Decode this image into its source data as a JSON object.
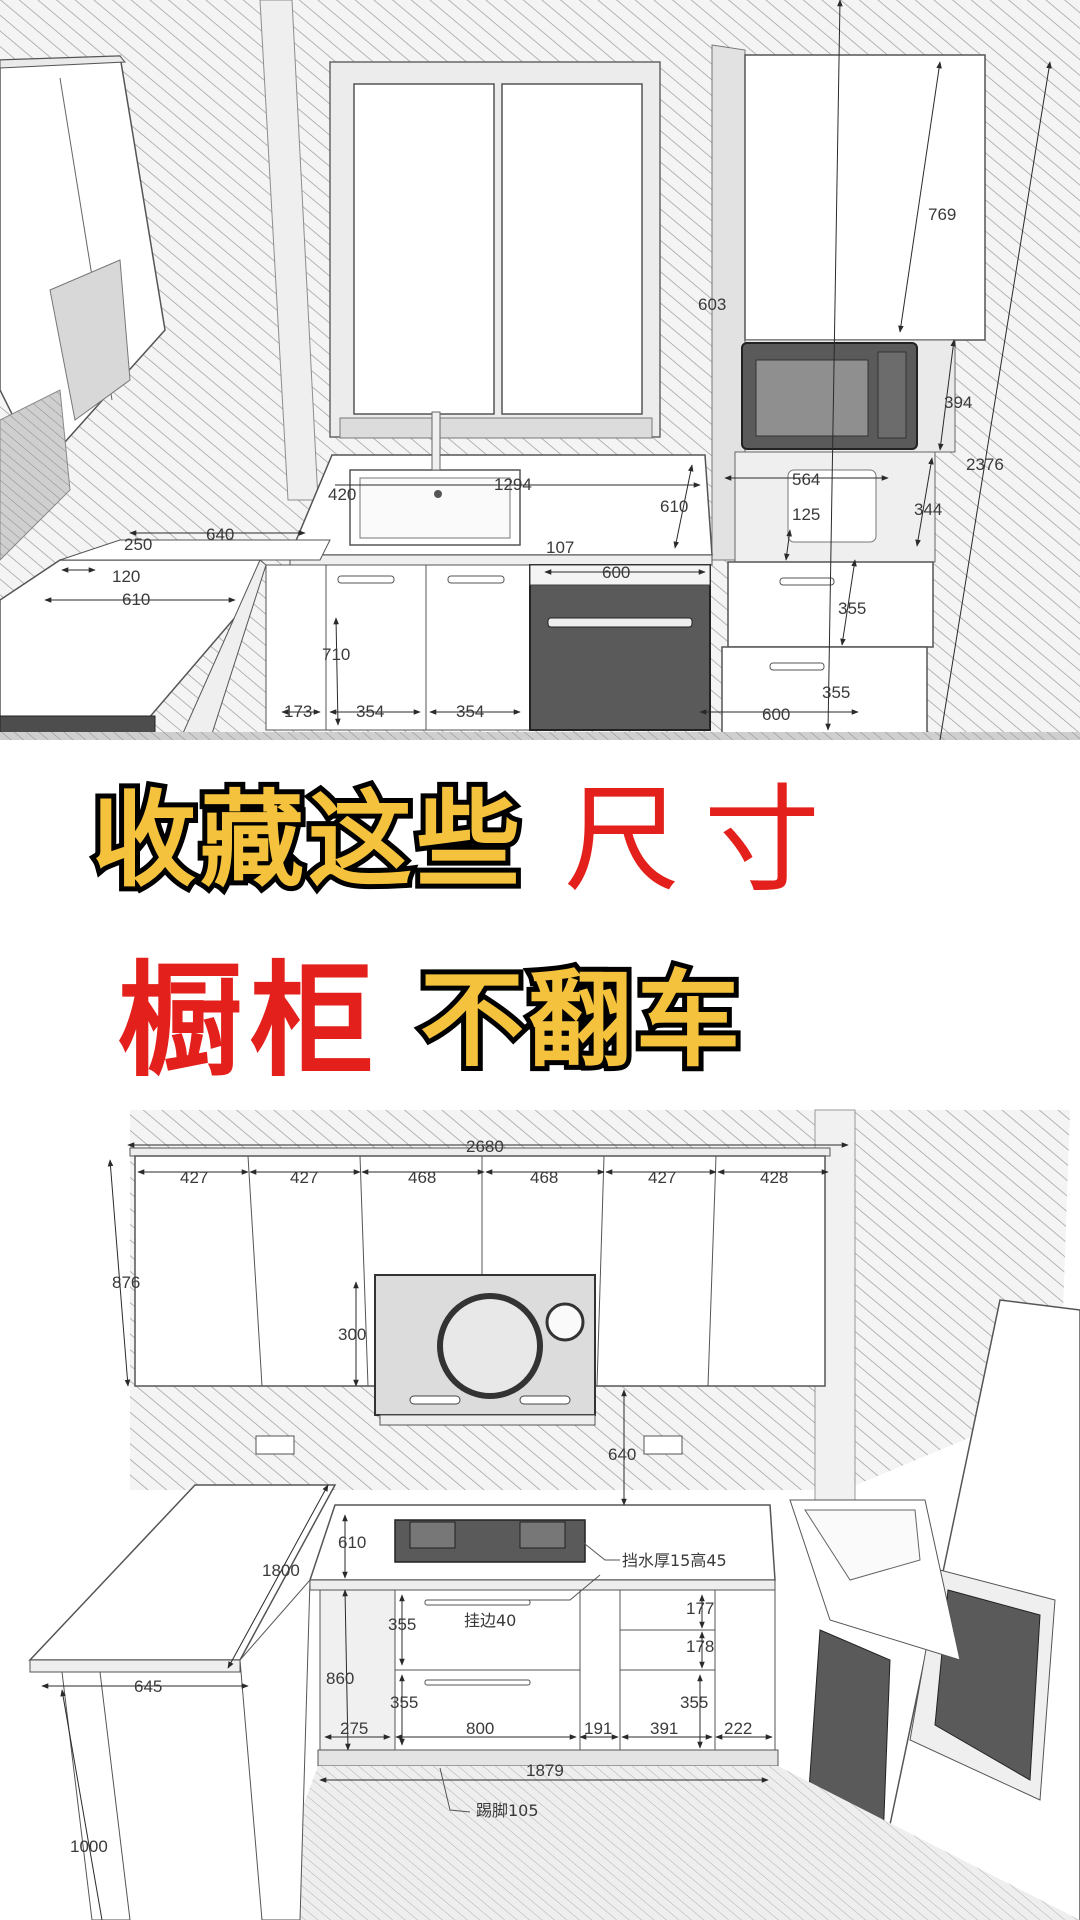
{
  "headline": {
    "line1_yellow": "收藏这些",
    "line1_red": "尺寸",
    "line2_red": "橱柜",
    "line2_yellow": "不翻车",
    "colors": {
      "yellow": "#f4c23c",
      "red": "#e3201b",
      "outline": "#000000"
    }
  },
  "top_drawing": {
    "tall_unit": {
      "upper_door_height": "769",
      "side_depth": "603",
      "microwave_niche_height": "394",
      "total_height": "2376",
      "open_shelf_height": "344",
      "open_shelf_width": "564",
      "drawer_front_gap": "125",
      "drawer_1_height": "355",
      "drawer_2_height": "355",
      "base_width": "600"
    },
    "sink_run": {
      "counter_length": "1294",
      "sink_offset": "420",
      "counter_depth": "610",
      "oven_gap": "107",
      "oven_width": "600",
      "base_height": "710",
      "filler_width": "173",
      "door_1_width": "354",
      "door_2_width": "354"
    },
    "left_wall": {
      "return_length": "640",
      "column_depth": "250",
      "column_width": "120",
      "counter_depth": "610"
    }
  },
  "bottom_drawing": {
    "wall_cabinets": {
      "total_width": "2680",
      "door_widths": [
        "427",
        "427",
        "468",
        "468",
        "427",
        "428"
      ],
      "height": "876",
      "hood_gap_height": "300"
    },
    "hood_to_counter": "640",
    "counter": {
      "depth": "610",
      "backsplash_note": "挡水厚15高45",
      "edge_note": "挂边40",
      "island_length": "1800",
      "island_width": "645",
      "island_height": "1000"
    },
    "base_cabinets": {
      "height": "860",
      "drawer_heights_left": [
        "355",
        "355"
      ],
      "drawer_heights_right": [
        "177",
        "178",
        "355"
      ],
      "widths": [
        "275",
        "800",
        "191",
        "391",
        "222"
      ],
      "total_width": "1879",
      "toe_kick_note": "踢脚105"
    }
  }
}
